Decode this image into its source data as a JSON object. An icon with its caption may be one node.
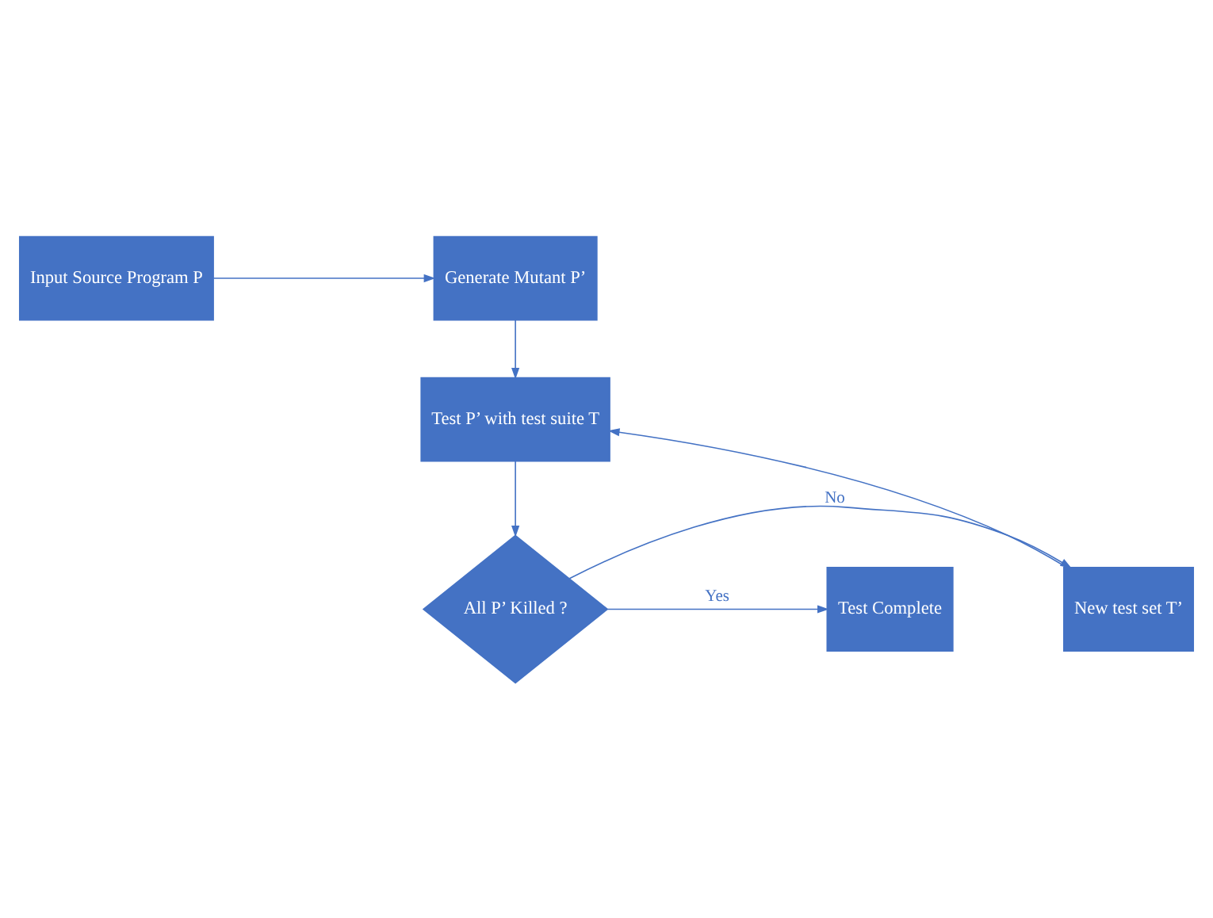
{
  "diagram": {
    "nodes": [
      {
        "text": [
          "Input Source Program P"
        ]
      },
      {
        "text": [
          "Generate Mutant P’"
        ]
      },
      {
        "text": [
          "Test P’ with test suite T"
        ]
      },
      {
        "text": [
          "All P’ Killed ?"
        ]
      },
      {
        "text": [
          "New test set T’"
        ]
      },
      {
        "text": [
          "Test Complete"
        ]
      }
    ],
    "edges": [
      {
        "from": 0,
        "to": 1,
        "arrow": "to"
      },
      {
        "from": 1,
        "to": 2,
        "arrow": "to"
      },
      {
        "from": 2,
        "to": 3,
        "arrow": "to"
      },
      {
        "from": 3,
        "to": 4,
        "label": "No",
        "arrow": "to"
      },
      {
        "from": 3,
        "to": 5,
        "label": "Yes",
        "arrow": "to"
      },
      {
        "from": 4,
        "to": 2,
        "arrow": "to"
      }
    ]
  }
}
